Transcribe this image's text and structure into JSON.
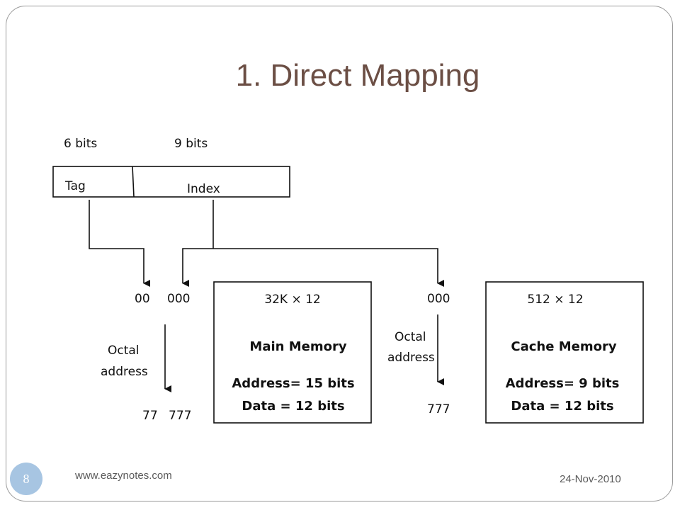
{
  "slide": {
    "title": "1. Direct Mapping",
    "page_number": "8",
    "footer_url": "www.eazynotes.com",
    "footer_date": "24-Nov-2010",
    "colors": {
      "title": "#6b4e44",
      "badge": "#a7c5e2",
      "frame": "#9a9a9a"
    }
  },
  "diagram": {
    "address_field": {
      "tag_width_label": "6 bits",
      "index_width_label": "9 bits",
      "tag_label": "Tag",
      "index_label": "Index"
    },
    "main_side": {
      "tag_octal_start": "00",
      "index_octal_start": "000",
      "octal_label_line1": "Octal",
      "octal_label_line2": "address",
      "tag_octal_end": "77",
      "index_octal_end": "777"
    },
    "cache_side": {
      "index_octal_start": "000",
      "octal_label_line1": "Octal",
      "octal_label_line2": "address",
      "index_octal_end": "777"
    },
    "main_memory": {
      "size": "32K × 12",
      "name": "Main Memory",
      "address": "Address= 15 bits",
      "data": "Data = 12 bits"
    },
    "cache_memory": {
      "size": "512 × 12",
      "name": "Cache Memory",
      "address": "Address= 9 bits",
      "data": "Data = 12 bits"
    }
  }
}
